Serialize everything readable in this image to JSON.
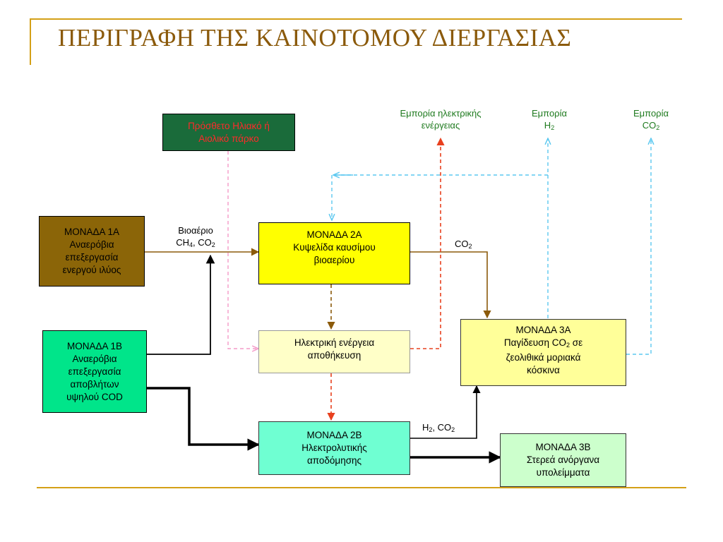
{
  "title": "ΠΕΡΙΓΡΑΦΗ ΤΗΣ ΚΑΙΝΟΤΟΜΟΥ ΔΙΕΡΓΑΣΙΑΣ",
  "boxes": {
    "solar_park": {
      "line1": "Πρόσθετο Ηλιακό ή",
      "line2": "Αιολικό πάρκο"
    },
    "unit_1a": {
      "line1": "ΜΟΝΑΔΑ 1Α",
      "line2": "Αναερόβια",
      "line3": "επεξεργασία",
      "line4": "ενεργού ιλύος"
    },
    "unit_1b": {
      "line1": "ΜΟΝΑΔΑ 1Β",
      "line2": "Αναερόβια",
      "line3": "επεξεργασία",
      "line4": "αποβλήτων",
      "line5": "υψηλού COD"
    },
    "unit_2a": {
      "line1": "ΜΟΝΑΔΑ 2Α",
      "line2": "Κυψελίδα καυσίμου",
      "line3": "βιοαερίου"
    },
    "energy_storage": {
      "line1": "Ηλεκτρική ενέργεια",
      "line2": "αποθήκευση"
    },
    "unit_2b": {
      "line1": "ΜΟΝΑΔΑ 2Β",
      "line2": "Ηλεκτρολυτικής",
      "line3": "αποδόμησης"
    },
    "unit_3a": {
      "line1": "ΜΟΝΑΔΑ 3Α",
      "line2_pre": "Παγίδευση CO",
      "line2_sub": "2",
      "line2_post": " σε",
      "line3": "ζεολιθικά μοριακά",
      "line4": "κόσκινα"
    },
    "unit_3b": {
      "line1": "ΜΟΝΑΔΑ 3Β",
      "line2": "Στερεά ανόργανα",
      "line3": "υπολείμματα"
    }
  },
  "labels": {
    "biogas": {
      "line1": "Βιοαέριο",
      "line2_a": "CH",
      "line2_sub1": "4",
      "line2_b": ", CO",
      "line2_sub2": "2"
    },
    "co2_2a": {
      "a": "CO",
      "sub": "2"
    },
    "h2_co2": {
      "a": "H",
      "sub1": "2",
      "b": ", CO",
      "sub2": "2"
    },
    "trade_electricity": {
      "line1": "Εμπορία ηλεκτρικής",
      "line2": "ενέργειας"
    },
    "trade_h2": {
      "line1": "Εμπορία",
      "line2_a": "H",
      "line2_sub": "2"
    },
    "trade_co2": {
      "line1": "Εμπορία",
      "line2_a": "CO",
      "line2_sub": "2"
    }
  },
  "colors": {
    "title": "#8B5A0B",
    "brown_box": "#8B6508",
    "dark_green_box": "#1A6B3A",
    "red_text": "#FF2A2A",
    "aqua_box": "#00E58A",
    "yellow_box": "#FFFF00",
    "pale_yellow_box": "#FFFFC8",
    "mint_box": "#6FFFD2",
    "pale_green_box": "#CCFFCC",
    "brown_arrow": "#8B5A0B",
    "blue_dashed": "#5BC8F0",
    "red_dashed": "#E8401E",
    "pink_dashed": "#F49AC8",
    "green_text": "#1E7A1E"
  }
}
